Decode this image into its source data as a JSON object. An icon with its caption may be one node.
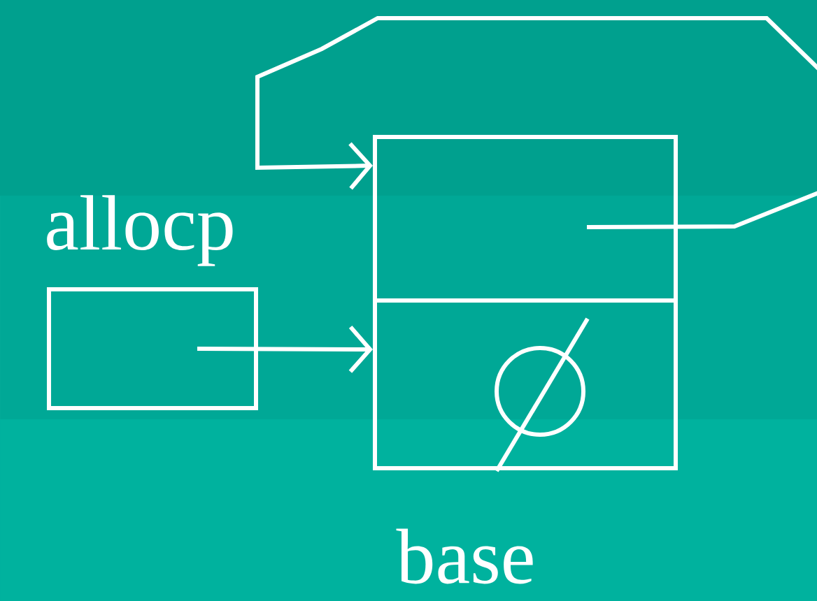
{
  "diagram": {
    "nodes": [
      {
        "text": [
          "allocp"
        ]
      },
      {
        "text": [
          "base"
        ]
      },
      {
        "text": [],
        "shape": "box",
        "in": 1
      },
      {
        "text": [],
        "shape": "box",
        "in": 1
      }
    ],
    "edges": [
      {
        "from": 0,
        "to": 3,
        "arrow": "to"
      },
      {
        "from": 2,
        "to": 2,
        "arrow": "to"
      }
    ]
  }
}
